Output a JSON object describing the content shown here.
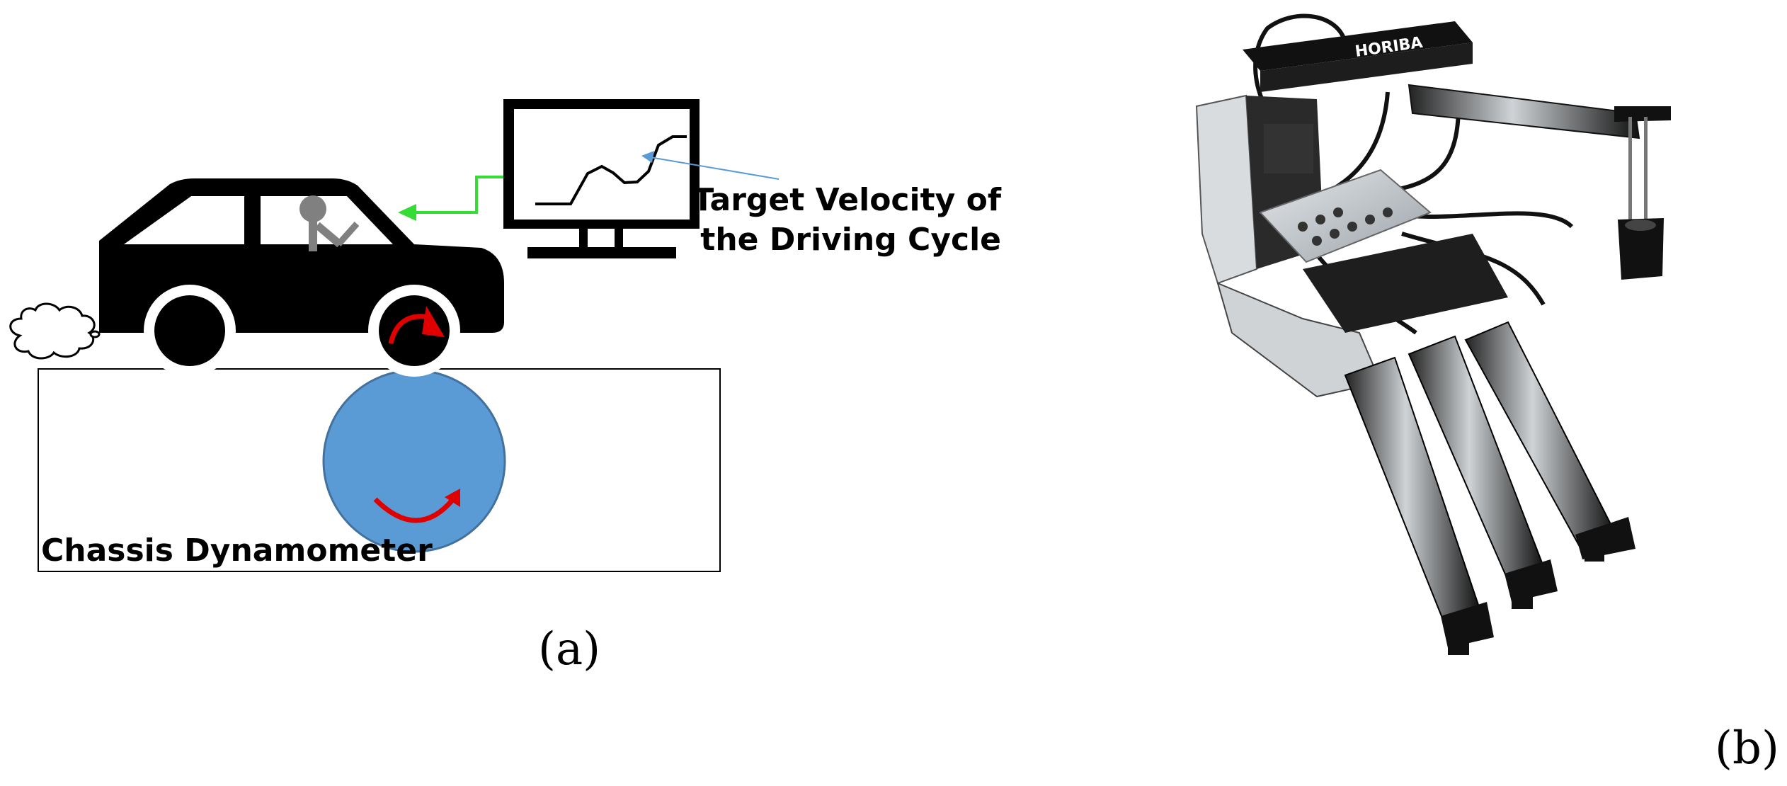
{
  "panel_a": {
    "callout_line1": "Target Velocity of",
    "callout_line2": "the Driving Cycle",
    "dyno_label": "Chassis Dynamometer",
    "panel_label": "(a)"
  },
  "panel_b": {
    "brand_text": "HORIBA",
    "panel_label": "(b)"
  },
  "colors": {
    "car": "#000000",
    "roller": "#5b9bd5",
    "rotation_arrow": "#e00000",
    "signal_arrow": "#33dd33",
    "callout_arrow": "#5b9bd5",
    "driver": "#808080"
  },
  "icons": [
    "car-icon",
    "driver-icon",
    "exhaust-cloud-icon",
    "monitor-icon",
    "rotation-arrow-icon",
    "robot-driver-photo"
  ]
}
